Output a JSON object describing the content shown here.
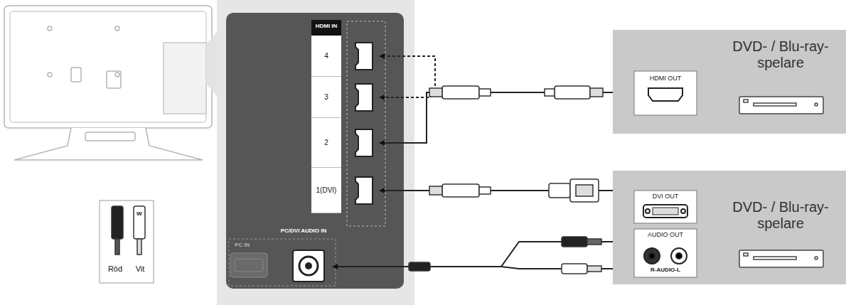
{
  "diagram": {
    "nodes": [
      {
        "text": [
          "HDMI IN"
        ]
      },
      {
        "text": [
          "4"
        ],
        "in": 0
      },
      {
        "text": [
          "3"
        ],
        "in": 0
      },
      {
        "text": [
          "2"
        ],
        "in": 0
      },
      {
        "text": [
          "1(DVI)"
        ],
        "in": 0
      },
      {
        "text": [
          "PC/DVI AUDIO IN"
        ]
      },
      {
        "text": [
          "HDMI OUT",
          "DVD- / Blu-ray-spelare"
        ]
      },
      {
        "text": [
          "DVI OUT",
          "AUDIO OUT",
          "R-AUDIO-L",
          "DVD- / Blu-ray-spelare"
        ]
      }
    ],
    "edges": [
      {
        "from": 6,
        "to": 3,
        "arrow": "to"
      },
      {
        "from": 6,
        "to": 2,
        "arrow": "to"
      },
      {
        "from": 6,
        "to": 1,
        "arrow": "to"
      },
      {
        "from": 7,
        "to": 4,
        "arrow": "to"
      },
      {
        "from": 7,
        "to": 5,
        "arrow": "to"
      }
    ],
    "labels": [
      "PC IN",
      "W"
    ],
    "legend": [
      {
        "text": "Röd"
      },
      {
        "text": "Vit"
      }
    ]
  }
}
